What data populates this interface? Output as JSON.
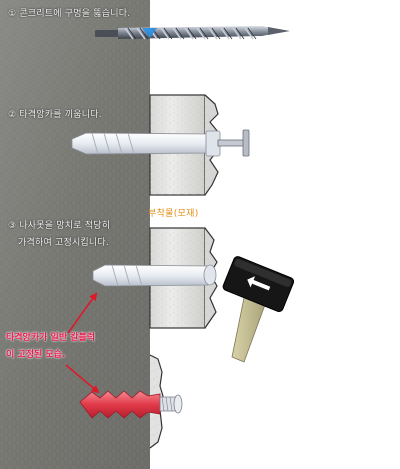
{
  "steps": {
    "step1": "① 콘크리트에 구멍을 뚫습니다.",
    "step2": "② 타격앙카를 끼웁니다.",
    "step3_line1": "③ 나사못을 망치로 적당히",
    "step3_line2": "가격하여 고정시킵니다."
  },
  "material_label": "부착물(모재)",
  "note": {
    "line1": "타격앙카가 일반 칼블럭",
    "line2": "이 고정된 모습."
  },
  "colors": {
    "wall": "#7a7a75",
    "concrete_block": "#e6e6e4",
    "anchor": "#f0f2f6",
    "red_anchor": "#e23a4a",
    "arrow": "#dd1a2a",
    "hammer_head": "#1a1a1a",
    "hammer_handle": "#c8c29a",
    "material_text": "#e0901a",
    "note_text": "#e51a4c"
  },
  "icons": {
    "drill": "drill-bit-icon",
    "hammer": "hammer-icon",
    "hammer_arrow": "left-arrow-icon"
  }
}
